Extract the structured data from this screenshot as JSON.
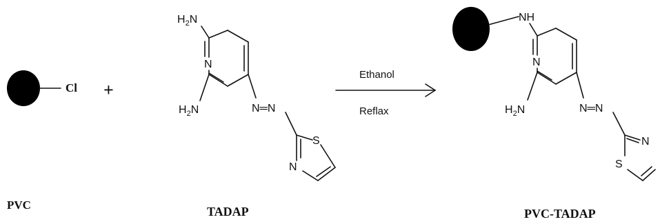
{
  "reactant1": {
    "label": "PVC",
    "substituent": "Cl"
  },
  "plus_sign": "+",
  "reactant2": {
    "label": "TADAP",
    "atoms": {
      "amine_top": "H",
      "amine_top_n": "N",
      "amine_top_sub": "2",
      "ring_n": "N",
      "amine_bottom": "H",
      "amine_bottom_n": "N",
      "amine_bottom_sub": "2",
      "azo": "N═N",
      "thiazole_s": "S",
      "thiazole_n": "N"
    }
  },
  "conditions": {
    "above": "Ethanol",
    "below": "Reflax"
  },
  "product": {
    "label": "PVC-TADAP",
    "atoms": {
      "nh": "NH",
      "ring_n": "N",
      "amine_bottom": "H",
      "amine_bottom_n": "N",
      "amine_bottom_sub": "2",
      "azo": "N═N",
      "thiazole_s": "S",
      "thiazole_n": "N"
    }
  }
}
